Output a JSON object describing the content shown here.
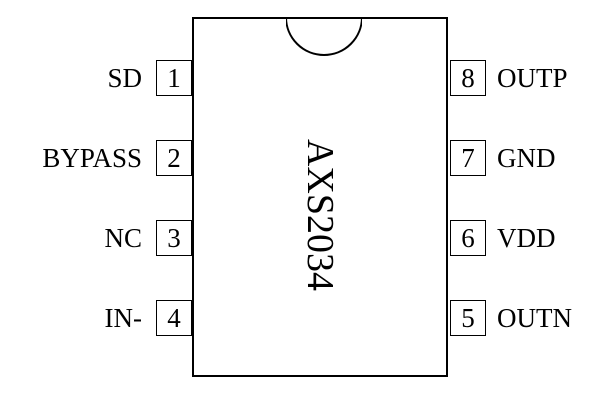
{
  "chip": {
    "name": "AXS2034"
  },
  "pins": {
    "left": [
      {
        "number": "1",
        "label": "SD"
      },
      {
        "number": "2",
        "label": "BYPASS"
      },
      {
        "number": "3",
        "label": "NC"
      },
      {
        "number": "4",
        "label": "IN-"
      }
    ],
    "right": [
      {
        "number": "8",
        "label": "OUTP"
      },
      {
        "number": "7",
        "label": "GND"
      },
      {
        "number": "6",
        "label": "VDD"
      },
      {
        "number": "5",
        "label": "OUTN"
      }
    ]
  }
}
